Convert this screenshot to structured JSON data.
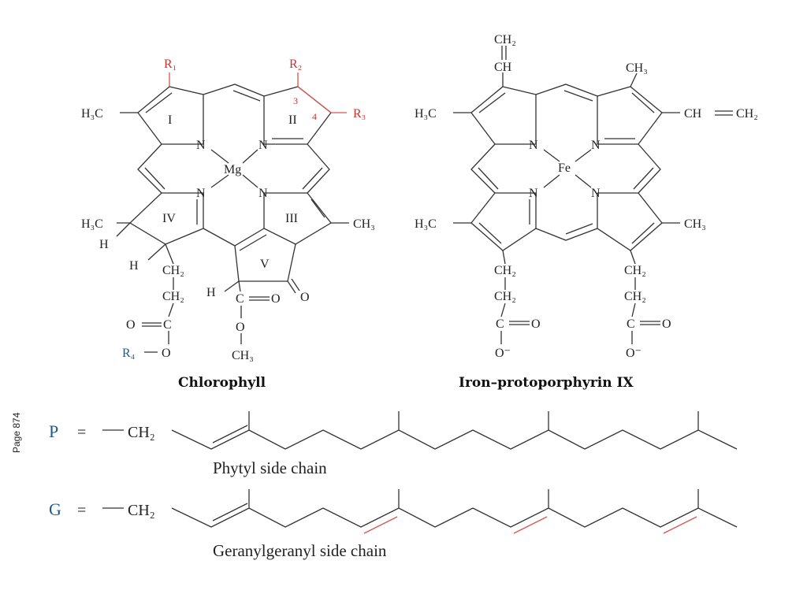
{
  "page_label": "Page 874",
  "chlorophyll": {
    "caption": "Chlorophyll",
    "metal": "Mg",
    "n_label": "N",
    "ring_labels": [
      "I",
      "II",
      "III",
      "IV",
      "V"
    ],
    "r1": "R₁",
    "r2": "R₂",
    "r3": "R₃",
    "r4": "R₄",
    "pos3": "3",
    "pos4": "4",
    "h3c_left": "H₃C",
    "h3c_lower": "H₃C",
    "ch3_right": "CH₃",
    "h_a": "H",
    "h_b": "H",
    "h_c": "H",
    "o_ketone": "O",
    "ch2_1": "CH₂",
    "ch2_2": "CH₂",
    "c_ester": "C",
    "o_ester_dbl": "O",
    "o_ester_single": "O",
    "c_methoxy": "C",
    "o_methoxy_dbl": "O",
    "o_methoxy_single": "O",
    "ch3_methoxy": "CH₃"
  },
  "heme": {
    "caption": "Iron–protoporphyrin IX",
    "metal": "Fe",
    "n_label": "N",
    "ch2_top": "CH₂",
    "ch_top": "CH",
    "ch3_top_right": "CH₃",
    "h3c_left": "H₃C",
    "vinyl_right": "CH",
    "vinyl_right_end": "CH₂",
    "h3c_lower_left": "H₃C",
    "ch3_lower_right": "CH₃",
    "ch2_l1": "CH₂",
    "ch2_l2": "CH₂",
    "c_l": "C",
    "o_l_dbl": "O",
    "o_l_minus": "O⁻",
    "ch2_r1": "CH₂",
    "ch2_r2": "CH₂",
    "c_r": "C",
    "o_r_dbl": "O",
    "o_r_minus": "O⁻"
  },
  "phytyl": {
    "symbol": "P",
    "equals": "=",
    "ch2": "CH₂",
    "caption": "Phytyl side chain"
  },
  "geranylgeranyl": {
    "symbol": "G",
    "equals": "=",
    "ch2": "CH₂",
    "caption": "Geranylgeranyl side chain"
  },
  "colors": {
    "highlight_red": "#d0312d",
    "substituent_blue": "#1f5a8c"
  }
}
